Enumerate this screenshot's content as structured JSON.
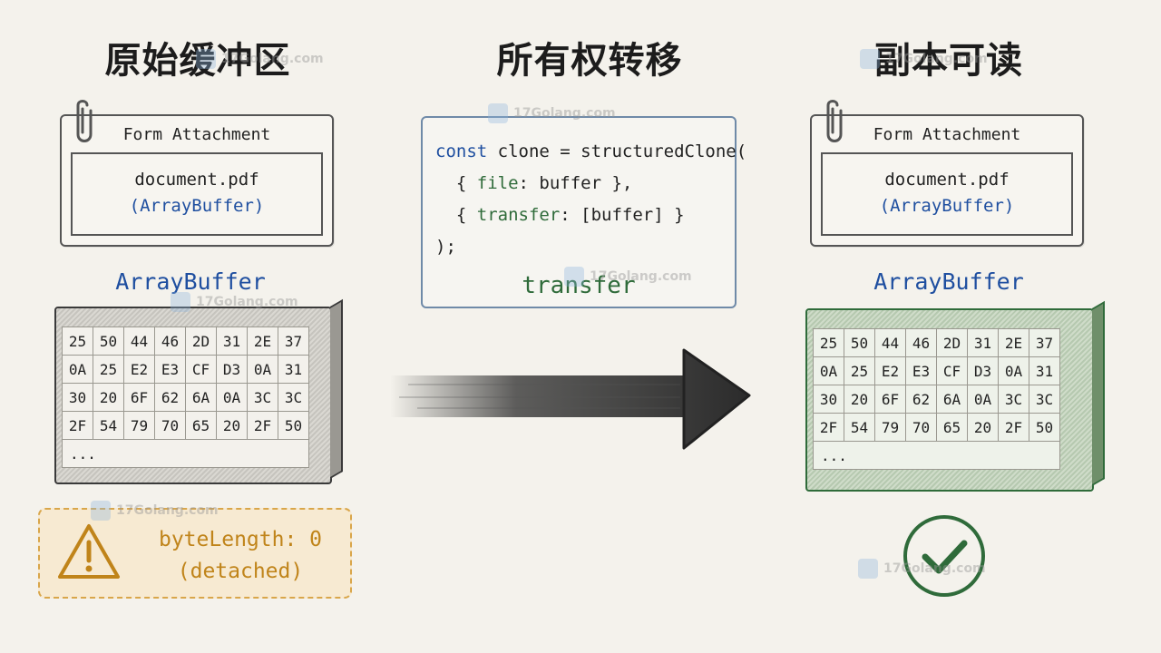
{
  "headings": {
    "left": "原始缓冲区",
    "middle": "所有权转移",
    "right": "副本可读"
  },
  "left_card": {
    "title": "Form Attachment",
    "filename": "document.pdf",
    "type": "(ArrayBuffer)"
  },
  "right_card": {
    "title": "Form Attachment",
    "filename": "document.pdf",
    "type": "(ArrayBuffer)"
  },
  "code_card": {
    "line1_kw": "const",
    "line1_rest": " clone = structuredClone(",
    "line2_a": "  { ",
    "line2_prop": "file",
    "line2_b": ": buffer },",
    "line3_a": "  { ",
    "line3_prop": "transfer",
    "line3_b": ": [buffer] }",
    "line4": ");",
    "caption": "transfer"
  },
  "left_buffer": {
    "label": "ArrayBuffer",
    "rows": [
      [
        "25",
        "50",
        "44",
        "46",
        "2D",
        "31",
        "2E",
        "37"
      ],
      [
        "0A",
        "25",
        "E2",
        "E3",
        "CF",
        "D3",
        "0A",
        "31"
      ],
      [
        "30",
        "20",
        "6F",
        "62",
        "6A",
        "0A",
        "3C",
        "3C"
      ],
      [
        "2F",
        "54",
        "79",
        "70",
        "65",
        "20",
        "2F",
        "50"
      ]
    ],
    "ellipsis": "..."
  },
  "right_buffer": {
    "label": "ArrayBuffer",
    "rows": [
      [
        "25",
        "50",
        "44",
        "46",
        "2D",
        "31",
        "2E",
        "37"
      ],
      [
        "0A",
        "25",
        "E2",
        "E3",
        "CF",
        "D3",
        "0A",
        "31"
      ],
      [
        "30",
        "20",
        "6F",
        "62",
        "6A",
        "0A",
        "3C",
        "3C"
      ],
      [
        "2F",
        "54",
        "79",
        "70",
        "65",
        "20",
        "2F",
        "50"
      ]
    ],
    "ellipsis": "..."
  },
  "warning": {
    "line1": "byteLength: 0",
    "line2": "(detached)",
    "icon": "warning-triangle-icon"
  },
  "success": {
    "icon": "check-circle-icon"
  },
  "colors": {
    "blue": "#1f4fa0",
    "green": "#2f6b3a",
    "warning": "#d9a64a",
    "background": "#f4f2ec"
  },
  "watermarks": [
    "17Golang.com",
    "17Golang.com",
    "17Golang.com",
    "17Golang.com",
    "17Golang.com",
    "17Golang.com",
    "17Golang.com"
  ]
}
